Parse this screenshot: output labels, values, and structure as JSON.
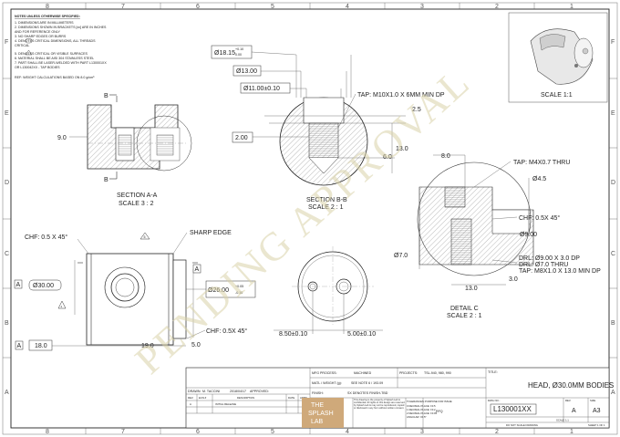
{
  "notes": {
    "heading": "NOTES UNLESS OTHERWISE SPECIFIED:",
    "items": [
      "1.   DIMENSIONS ARE IN MILLIMETERS",
      "2.   DIMENSIONS SHOWN IN BRACKETS [xx] ARE IN INCHES",
      "      AND FOR REFERENCE ONLY",
      "3.   NO SHARP EDGES OR BURRS",
      "4.        DENOTES CRITICAL DIMENSIONS, ALL THREADS",
      "      CRITICAL",
      "5.        DENOTES CRITICAL OR VISIBLE SURFACES",
      "6.   MATERIAL SHALL BE AISI 304 STAINLESS STEEL",
      "7.   PART SHALL BE LASER-WELDED WITH PART L130001XX",
      "      OR L130042XX - TAP BODIES"
    ],
    "ref": "REF: WEIGHT CALCULATIONS BASED ON 8.0 g/cm³"
  },
  "zones": {
    "columns": [
      "8",
      "7",
      "6",
      "5",
      "4",
      "3",
      "2",
      "1"
    ],
    "rows": [
      "F",
      "E",
      "D",
      "C",
      "B",
      "A"
    ]
  },
  "views": {
    "section_aa": {
      "title": "SECTION A-A",
      "scale": "SCALE 3 : 2",
      "marker": "B",
      "dim_left": "9.0"
    },
    "section_bb": {
      "title": "SECTION B-B",
      "scale": "SCALE 2 : 1",
      "dia_top": "Ø18.15",
      "tol_plus": "+0.10",
      "tol_minus": "0.00",
      "dia_mid": "Ø13.00",
      "dia_low": "Ø11.00±0.10",
      "tap": "TAP: M10X1.0 X 6MM MIN DP",
      "dim_25": "2.5",
      "dim_200": "2.00",
      "dim_60": "6.0",
      "dim_130": "13.0"
    },
    "iso": {
      "label": "SCALE 1:1"
    },
    "front": {
      "chf_top": "CHF: 0.5 X 45°",
      "sharp_edge": "SHARP EDGE",
      "note_flag": "5",
      "dia_30": "Ø30.00",
      "datum": "A",
      "dia_26": "Ø26.00",
      "tol_plus": "+0.05",
      "tol_minus": "-0.10",
      "chf_bot": "CHF: 0.5X 45°",
      "dim_18": "18.0",
      "dim_19": "19.0",
      "dim_5": "5.0",
      "marker": "B",
      "flag4": "4"
    },
    "end_view": {
      "dim_left": "8.50±0.10",
      "dim_right": "5.00±0.10"
    },
    "detail_c": {
      "title": "DETAIL C",
      "scale": "SCALE 2 : 1",
      "tap_m4": "TAP: M4X0.7 THRU",
      "dim_80": "8.0",
      "dia_45": "Ø4.5",
      "chf": "CHF: 0.5X 45°",
      "dia_9": "Ø9.00",
      "dia_7": "Ø7.0",
      "drl_1": "DRL: Ø9.00 X 3.0 DP",
      "drl_2": "DRL: Ø7.0 THRU",
      "tap_2": "TAP: M8X1.0 X 13.0 MIN DP",
      "dim_30": "3.0",
      "dim_130": "13.0"
    }
  },
  "watermark": "PENDING APPROVAL",
  "title_block": {
    "mfg_process_label": "MFG PROCESS:",
    "mfg_process": "MACHINED",
    "projects_label": "PROJECTS:",
    "projects": "TSL-940, 980, 990",
    "matl_label": "MATL / WEIGHT (g):",
    "matl": "SEE NOTE 6 / 193.09",
    "finish_label": "FINISH:",
    "finish": "SX DENOTES FINISH-TBD",
    "title_label": "TITLE:",
    "title": "HEAD, Ø30.0MM BODIES",
    "tolerances_label": "TOLERANCES:",
    "purpose_label": "PURPOSE FOR ISSUE:",
    "purpose": "RFQ",
    "tol_lines": [
      "0 DECIMAL PLACE: ±0.5",
      "1 DECIMAL PLACE: ±0.2",
      "2 DECIMAL PLACE: ±0.05",
      "ANGULAR: ±0.5°"
    ],
    "drawn_label": "DRAWN:",
    "drawn": "M. TACCINI",
    "date": "2018/04/17",
    "approved_label": "APPROVED:",
    "rev_header": [
      "REV.",
      "ECN #",
      "DESCRIPTION",
      "DATE",
      "APPR."
    ],
    "rev_rows": [
      [
        "A",
        "",
        "INITIAL RELEASE",
        "",
        ""
      ],
      [
        "",
        "",
        "",
        "",
        ""
      ]
    ],
    "logo": [
      "THE",
      "SPLASH",
      "LAB"
    ],
    "confidential": "This drawing is the property of Splash Lab & confidential. All rights to this design are reserved by Splash Lab & may not be reproduced, copied or disclosed in any form without written consent.",
    "dwg_label": "DWG NO.:",
    "dwg": "L130001XX",
    "size_label": "SIZE",
    "size": "A3",
    "rev_label": "REV.",
    "rev": "A",
    "scale_label": "SCALE 1:1",
    "sheet": "SHEET 1 OF 1",
    "do_not_scale": "DO NOT SCALE DRAWING"
  }
}
